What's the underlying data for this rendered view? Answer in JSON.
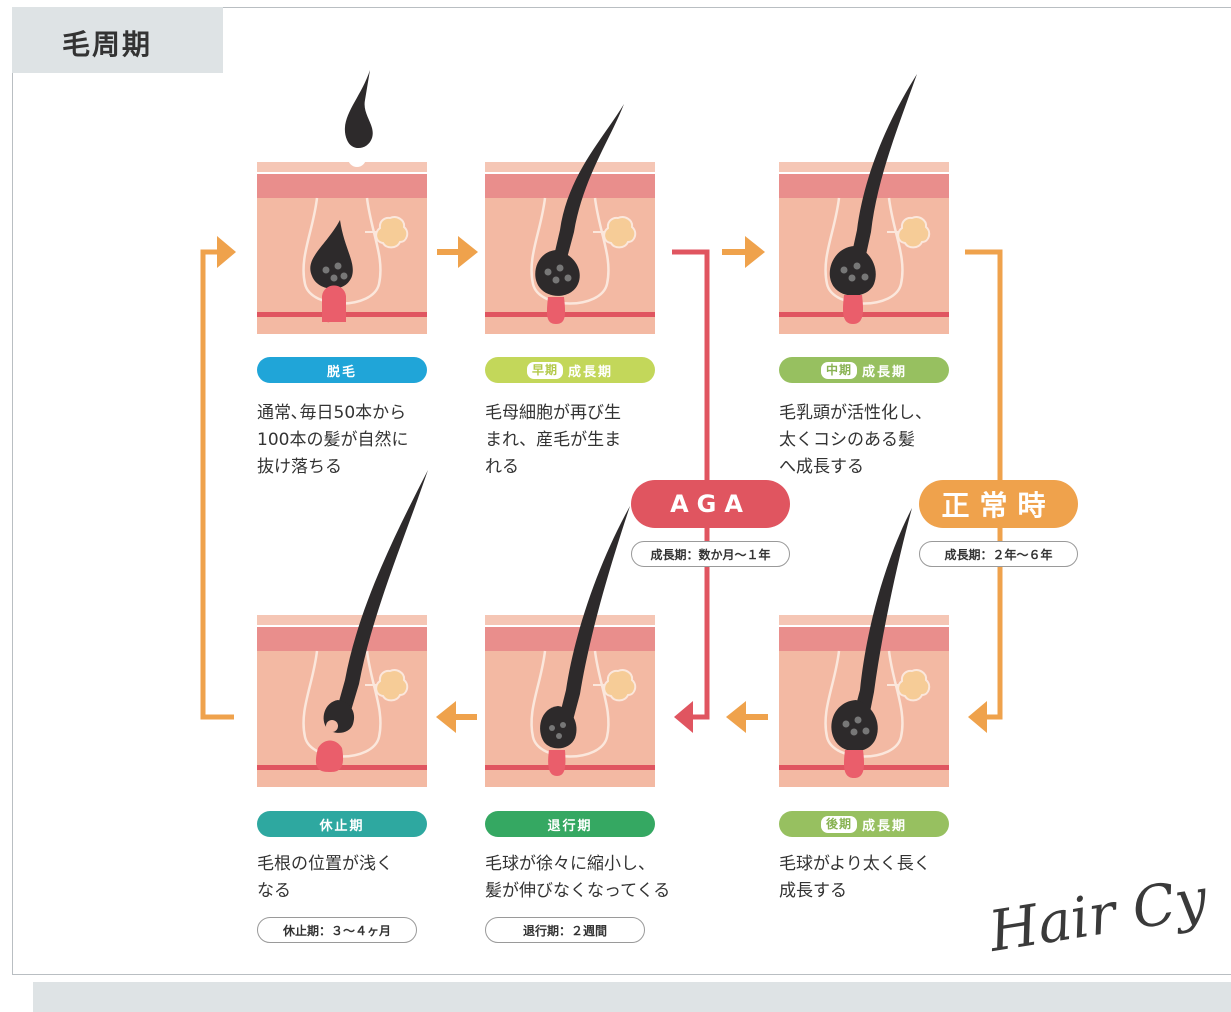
{
  "header": {
    "title": "毛周期"
  },
  "stages": {
    "telogen_out": {
      "label": "脱毛",
      "lines": [
        "通常､毎日50本から",
        "100本の髪が自然に",
        "抜け落ちる"
      ]
    },
    "early_anagen": {
      "tag": "早期",
      "label": "成長期",
      "lines": [
        "毛母細胞が再び生",
        "まれ、産毛が生ま",
        "れる"
      ]
    },
    "mid_anagen": {
      "tag": "中期",
      "label": "成長期",
      "lines": [
        "毛乳頭が活性化し、",
        "太くコシのある髪",
        "へ成長する"
      ]
    },
    "late_anagen": {
      "tag": "後期",
      "label": "成長期",
      "lines": [
        "毛球がより太く長く",
        "成長する"
      ]
    },
    "catagen": {
      "label": "退行期",
      "lines": [
        "毛球が徐々に縮小し、",
        "髪が伸びなくなってくる"
      ],
      "duration": "退行期：２週間"
    },
    "telogen": {
      "label": "休止期",
      "lines": [
        "毛根の位置が浅く",
        "なる"
      ],
      "duration": "休止期：３～４ヶ月"
    }
  },
  "badges": {
    "aga": {
      "label": "AGA",
      "duration": "成長期：数か月～１年"
    },
    "normal": {
      "label": "正常時",
      "duration": "成長期：２年～６年"
    }
  },
  "watermark": "Hair Cy",
  "colors": {
    "orange": "#efa24c",
    "red": "#e05560",
    "blue": "#20a5d8",
    "lime": "#c3d75a",
    "green": "#97c060",
    "teal": "#2ea8a0",
    "deep_green": "#35a862",
    "skin": "#f3b9a3",
    "skin_dark": "#e98e8c",
    "hair": "#2d2a2b"
  }
}
